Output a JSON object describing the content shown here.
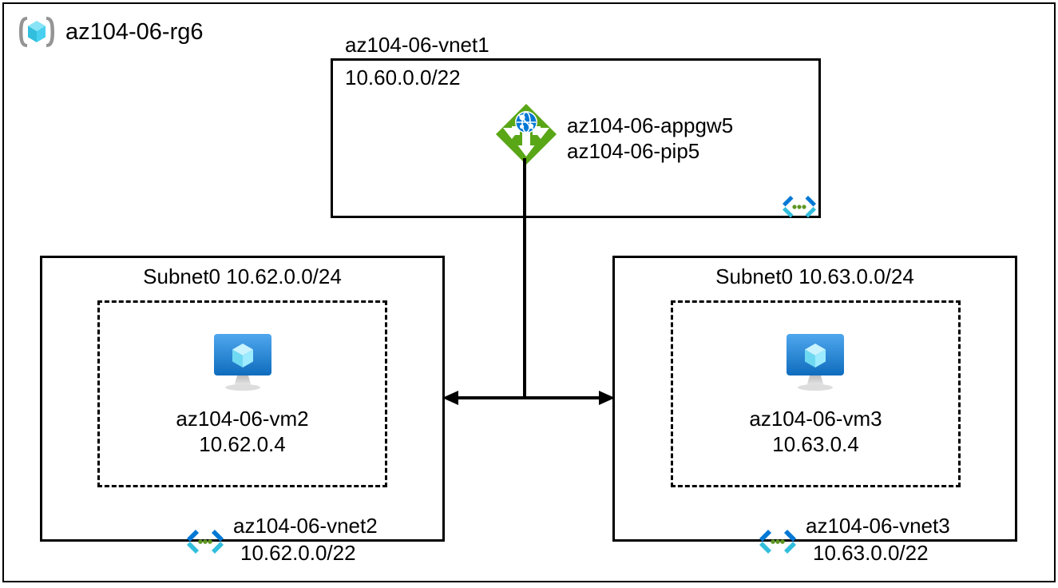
{
  "resource_group": {
    "name": "az104-06-rg6",
    "icon": "resource-group-cube-icon"
  },
  "vnet1": {
    "title": "az104-06-vnet1",
    "address_space": "10.60.0.0/22",
    "vnet_icon": "virtual-network-icon",
    "appgw": {
      "icon": "application-gateway-icon",
      "line1": "az104-06-appgw5",
      "line2": "az104-06-pip5"
    }
  },
  "vnet2": {
    "subnet_label": "Subnet0 10.62.0.0/24",
    "vm": {
      "icon": "virtual-machine-icon",
      "name": "az104-06-vm2",
      "ip": "10.62.0.4"
    },
    "vnet_icon": "virtual-network-icon",
    "name": "az104-06-vnet2",
    "address_space": "10.62.0.0/22"
  },
  "vnet3": {
    "subnet_label": "Subnet0 10.63.0.0/24",
    "vm": {
      "icon": "virtual-machine-icon",
      "name": "az104-06-vm3",
      "ip": "10.63.0.4"
    },
    "vnet_icon": "virtual-network-icon",
    "name": "az104-06-vnet3",
    "address_space": "10.63.0.0/22"
  },
  "connectors": {
    "peering_arrow": "bidirectional-peering-arrow",
    "gateway_drop_line": "appgw-vertical-connector"
  },
  "colors": {
    "appgw_green": "#59A616",
    "appgw_globe_blue": "#0078D4",
    "vnet_chevron_blue": "#0078D4",
    "vnet_chevron_cyan": "#32BEDD",
    "vnet_dot_green": "#5E9624",
    "vm_screen_blue": "#0078D4",
    "vm_cube_cyan": "#9CEBFF",
    "rg_cube_cyan": "#32BEDD",
    "rg_bracket_gray": "#949494",
    "stroke_black": "#000000"
  }
}
